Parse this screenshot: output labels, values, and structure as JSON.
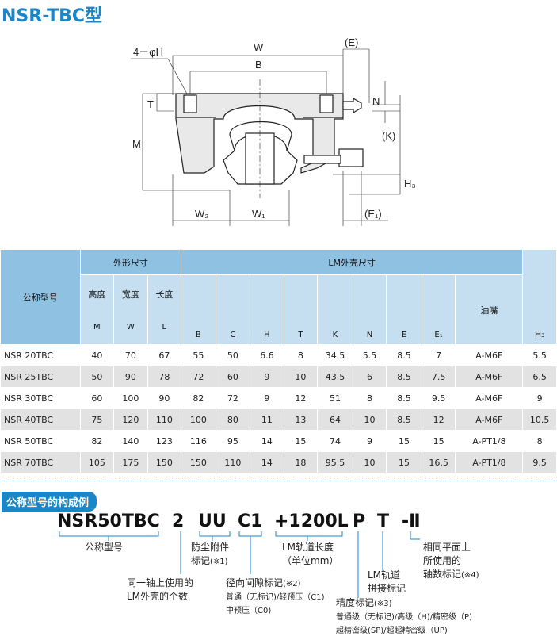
{
  "title": "NSR-TBC型",
  "drawing_labels": {
    "hole": "4－φH",
    "W": "W",
    "B": "B",
    "E": "(E)",
    "T": "T",
    "N": "N",
    "M": "M",
    "K": "(K)",
    "H3": "H₃",
    "W2": "W₂",
    "W1": "W₁",
    "E1": "(E₁)"
  },
  "table": {
    "col_model": "公称型号",
    "group_outer": "外形尺寸",
    "group_lm": "LM外壳尺寸",
    "height": "高度",
    "width": "宽度",
    "length": "长度",
    "oil": "油嘴",
    "sym_M": "M",
    "sym_W": "W",
    "sym_L": "L",
    "sym_B": "B",
    "sym_C": "C",
    "sym_H": "H",
    "sym_T": "T",
    "sym_K": "K",
    "sym_N": "N",
    "sym_E": "E",
    "sym_E1": "E₁",
    "sym_H3": "H₃",
    "rows": [
      [
        "NSR 20TBC",
        "40",
        "70",
        "67",
        "55",
        "50",
        "6.6",
        "8",
        "34.5",
        "5.5",
        "8.5",
        "7",
        "A-M6F",
        "5.5"
      ],
      [
        "NSR 25TBC",
        "50",
        "90",
        "78",
        "72",
        "60",
        "9",
        "10",
        "43.5",
        "6",
        "8.5",
        "7.5",
        "A-M6F",
        "6.5"
      ],
      [
        "NSR 30TBC",
        "60",
        "100",
        "90",
        "82",
        "72",
        "9",
        "12",
        "51",
        "8",
        "8.5",
        "9.5",
        "A-M6F",
        "9"
      ],
      [
        "NSR 40TBC",
        "75",
        "120",
        "110",
        "100",
        "80",
        "11",
        "13",
        "64",
        "10",
        "8.5",
        "12",
        "A-M6F",
        "10.5"
      ],
      [
        "NSR 50TBC",
        "82",
        "140",
        "123",
        "116",
        "95",
        "14",
        "15",
        "74",
        "9",
        "15",
        "15",
        "A-PT1/8",
        "8"
      ],
      [
        "NSR 70TBC",
        "105",
        "175",
        "150",
        "150",
        "110",
        "14",
        "18",
        "95.5",
        "10",
        "15",
        "16.5",
        "A-PT1/8",
        "9.5"
      ]
    ]
  },
  "code_section": {
    "badge": "公称型号的构成例",
    "parts": [
      "NSR50TBC",
      "2",
      "UU",
      "C1",
      "+1200L",
      "P",
      "T",
      "-Ⅱ"
    ],
    "notes": {
      "model": "公称型号",
      "count_1": "同一轴上使用的",
      "count_2": "LM外壳的个数",
      "seal_1": "防尘附件",
      "seal_2": "标记",
      "seal_ref": "(※1)",
      "clear_1": "径向间隙标记",
      "clear_ref": "(※2)",
      "clear_2": "普通（无标记)/轻预压（C1)",
      "clear_3": "中预压（C0)",
      "len_1": "LM轨道长度",
      "len_2": "（单位mm）",
      "prec_1": "精度标记",
      "prec_ref": "(※3)",
      "prec_2": "普通级（无标记)/高级（H)/精密级（P)",
      "prec_3": "超精密级(SP)/超超精密级（UP)",
      "joint_1": "LM轨道",
      "joint_2": "拼接标记",
      "axis_1": "相同平面上",
      "axis_2": "所使用的",
      "axis_3": "轴数标记",
      "axis_ref": "(※4)"
    }
  }
}
